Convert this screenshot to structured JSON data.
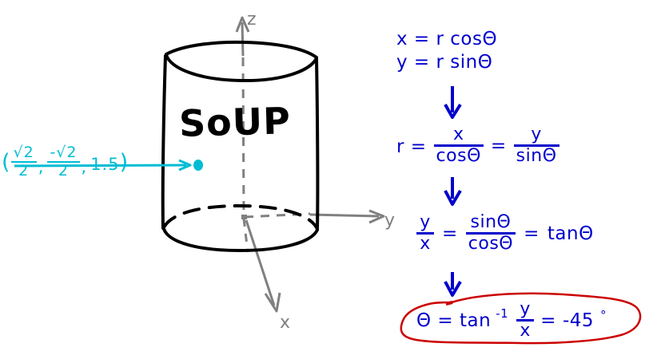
{
  "figure": {
    "title_text": "SoUP",
    "kind": "hand-drawn cylindrical coordinates diagram"
  },
  "axes": {
    "z_label": "z",
    "y_label": "y",
    "x_label": "x",
    "color": "#808080"
  },
  "point": {
    "color": "#00bcd4",
    "open_paren": "(",
    "close_paren": ")",
    "comma": ",",
    "x": {
      "numerator": "√2",
      "denominator": "2",
      "sign": ""
    },
    "y": {
      "numerator": "√2",
      "denominator": "2",
      "sign": "-"
    },
    "z": "1.5"
  },
  "equations": {
    "color": "#0000cc",
    "polar_x": "x = r cosΘ",
    "polar_y": "y = r sinΘ",
    "r_lead": "r =",
    "r_frac1_num": "x",
    "r_frac1_den": "cosΘ",
    "r_equals": "=",
    "r_frac2_num": "y",
    "r_frac2_den": "sinΘ",
    "tan_frac_num": "y",
    "tan_frac_den": "x",
    "tan_equals1": "=",
    "tan_ratio_num": "sinΘ",
    "tan_ratio_den": "cosΘ",
    "tan_equals2": "=",
    "tan_result": "tanΘ",
    "final_theta": "Θ  =  tan",
    "final_exponent": "-1",
    "final_frac_num": "y",
    "final_frac_den": "x",
    "final_equals": "=",
    "final_value": "-45",
    "final_degree": "°"
  },
  "annotation": {
    "highlight_color": "#cc0000",
    "arrow_color": "#0000cc"
  }
}
